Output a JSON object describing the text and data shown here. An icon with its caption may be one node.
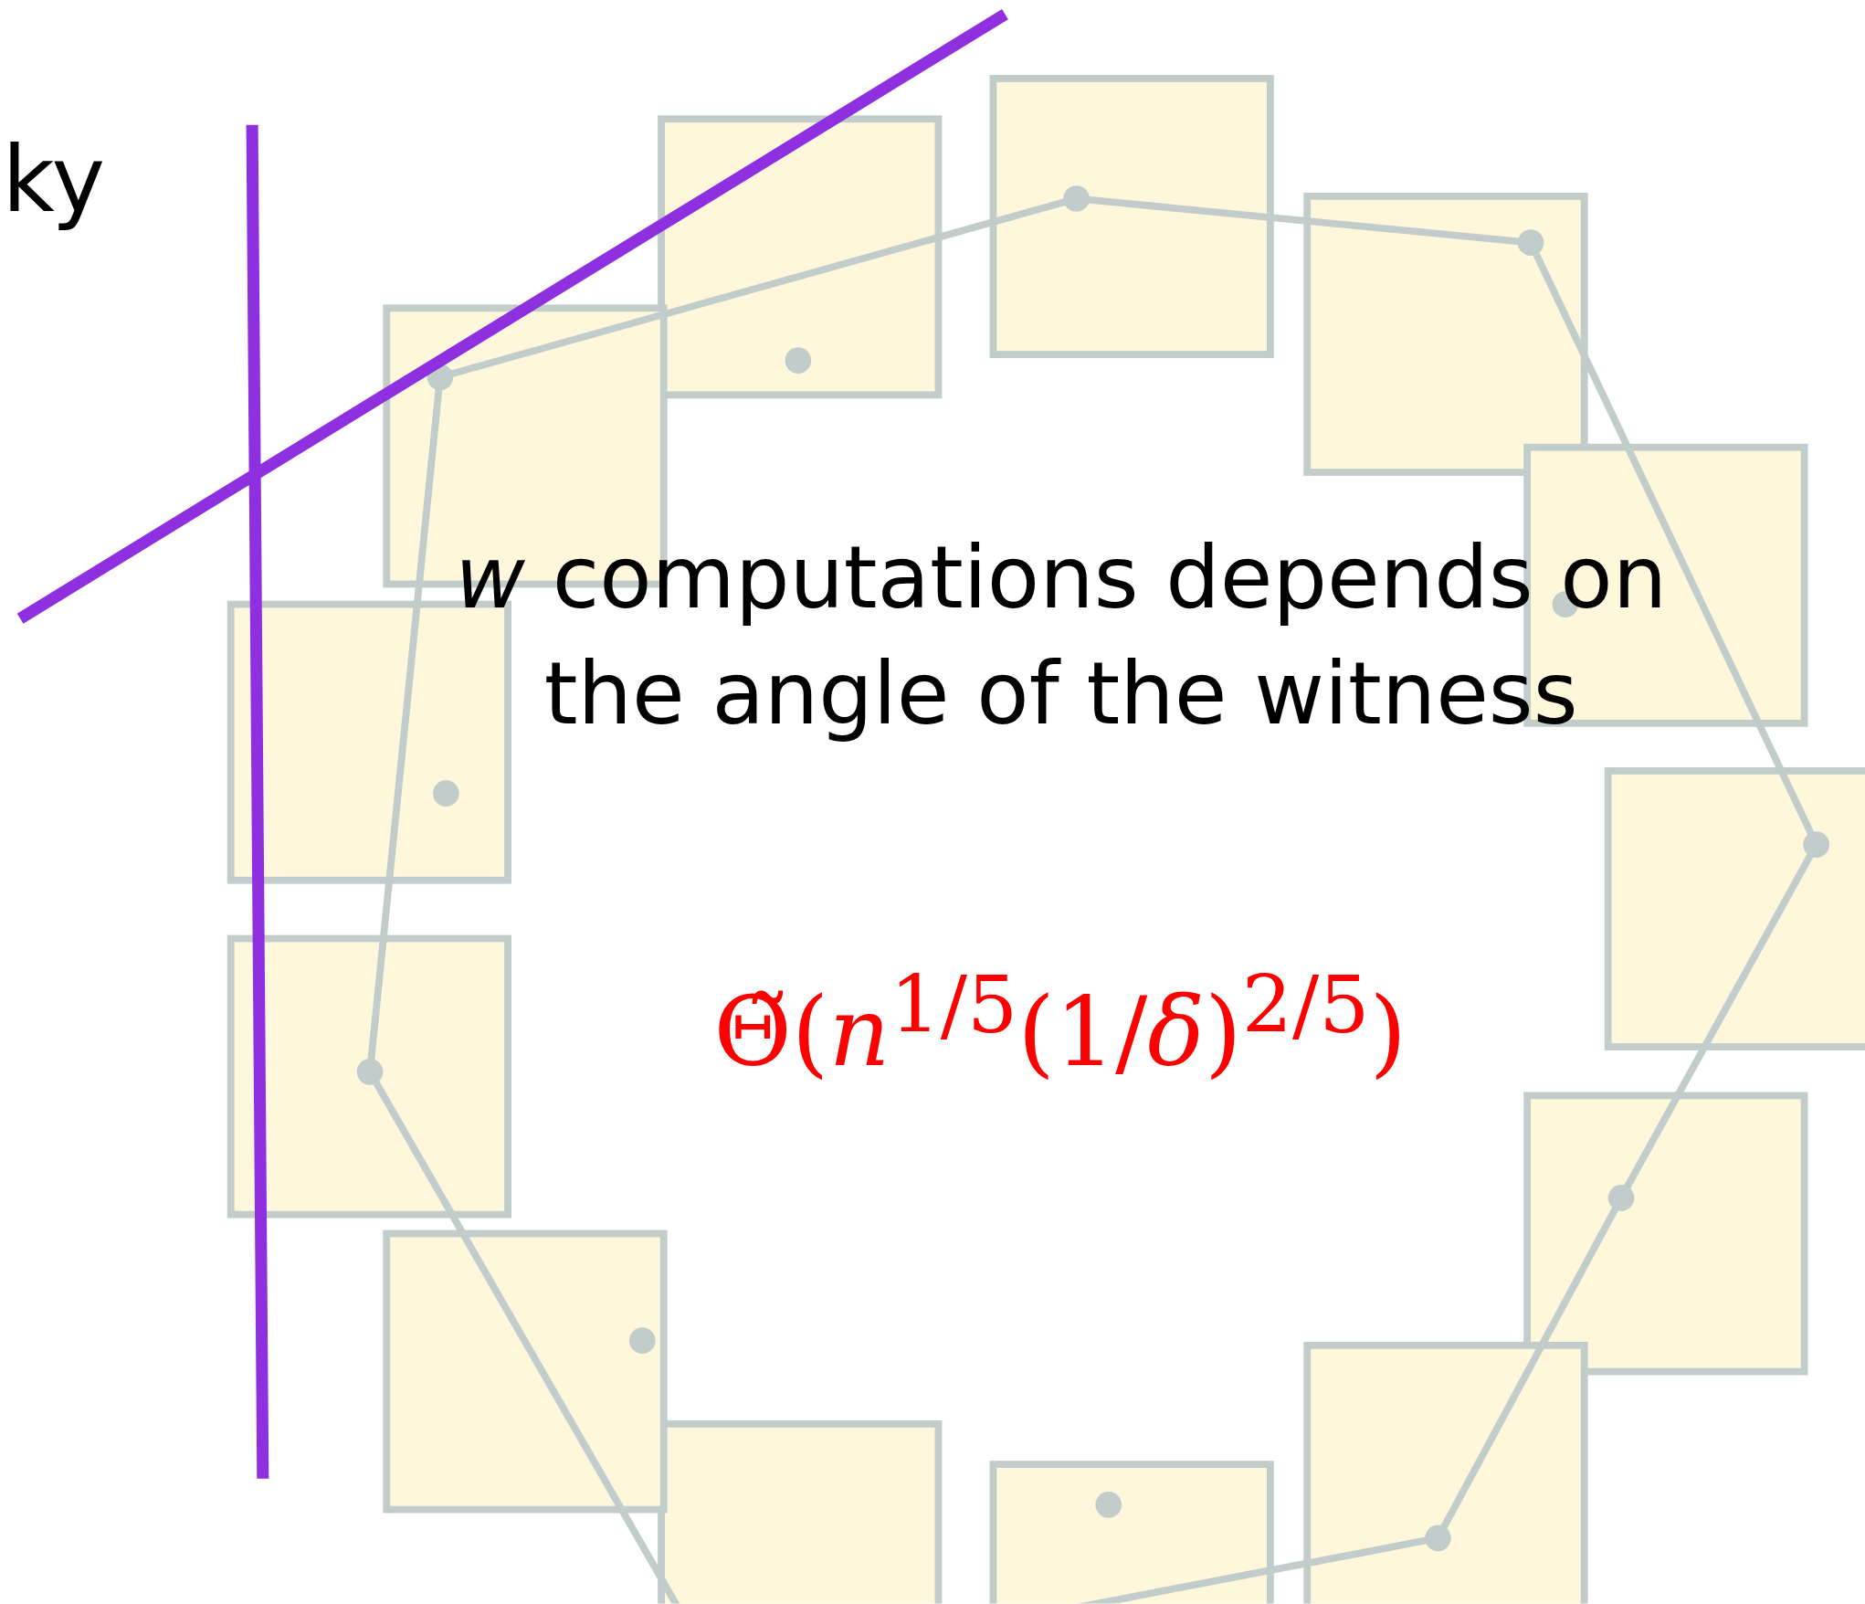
{
  "diagram": {
    "labels": [
      "ky",
      "*w* computations depends on the angle of the witness",
      "Θ̃(*n*$^{1/5}$(1/*δ*)$^{2/5}$)"
    ]
  }
}
